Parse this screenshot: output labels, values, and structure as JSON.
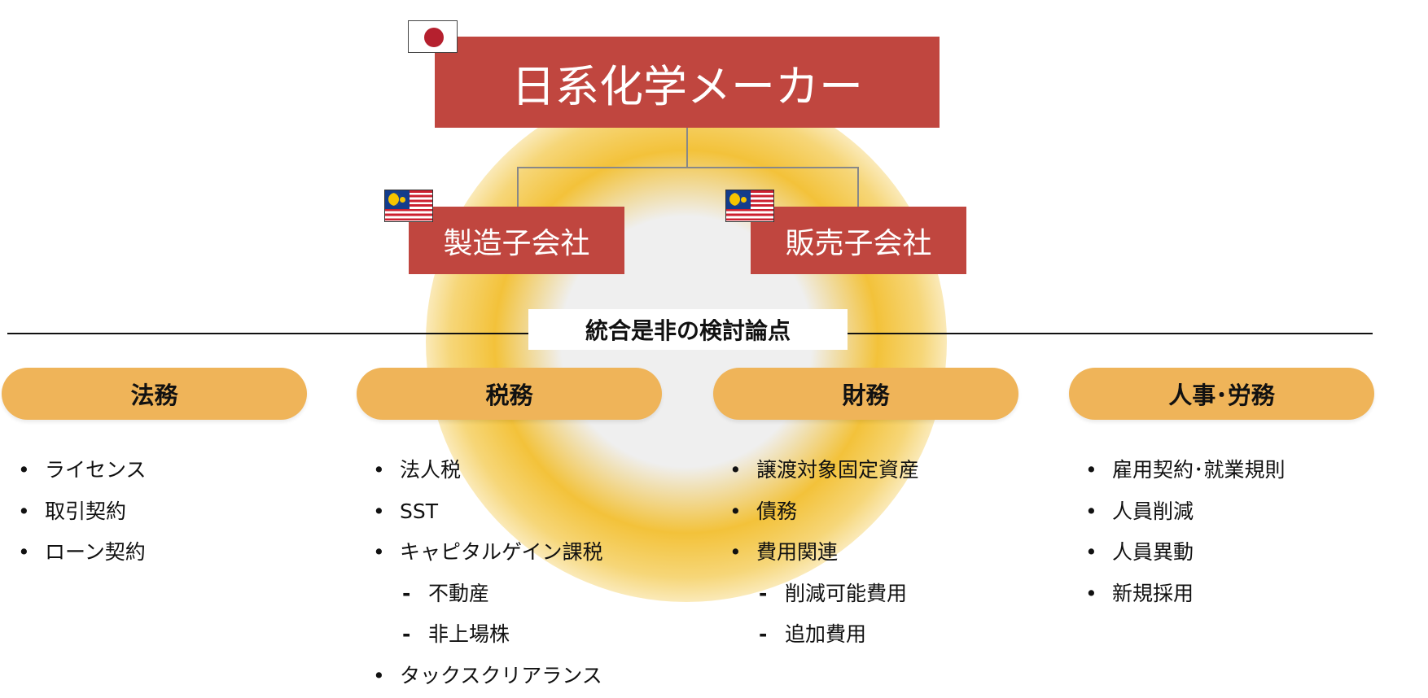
{
  "parent": {
    "label": "日系化学メーカー",
    "flag": "japan-flag"
  },
  "subsidiaries": [
    {
      "label": "製造子会社",
      "flag": "malaysia-flag"
    },
    {
      "label": "販売子会社",
      "flag": "malaysia-flag"
    }
  ],
  "section_title": "統合是非の検討論点",
  "categories": [
    {
      "title": "法務",
      "items": [
        {
          "text": "ライセンス",
          "level": 1
        },
        {
          "text": "取引契約",
          "level": 1
        },
        {
          "text": "ローン契約",
          "level": 1
        }
      ]
    },
    {
      "title": "税務",
      "items": [
        {
          "text": "法人税",
          "level": 1
        },
        {
          "text": "SST",
          "level": 1
        },
        {
          "text": "キャピタルゲイン課税",
          "level": 1
        },
        {
          "text": "不動産",
          "level": 2
        },
        {
          "text": "非上場株",
          "level": 2
        },
        {
          "text": "タックスクリアランス",
          "level": 1
        }
      ]
    },
    {
      "title": "財務",
      "items": [
        {
          "text": "譲渡対象固定資産",
          "level": 1
        },
        {
          "text": "債務",
          "level": 1
        },
        {
          "text": "費用関連",
          "level": 1
        },
        {
          "text": "削減可能費用",
          "level": 2
        },
        {
          "text": "追加費用",
          "level": 2
        }
      ]
    },
    {
      "title": "人事･労務",
      "items": [
        {
          "text": "雇用契約･就業規則",
          "level": 1
        },
        {
          "text": "人員削減",
          "level": 1
        },
        {
          "text": "人員異動",
          "level": 1
        },
        {
          "text": "新規採用",
          "level": 1
        }
      ]
    }
  ],
  "colors": {
    "box": "#c0463f",
    "pill": "#efb459",
    "glow": "#f3c23a"
  }
}
